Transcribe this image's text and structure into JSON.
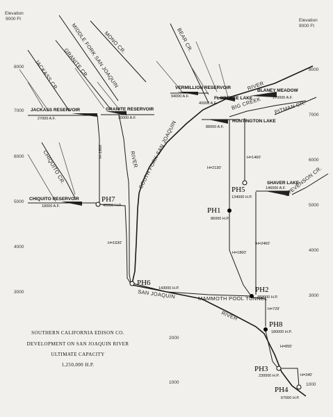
{
  "elevation_scale": {
    "left_header": [
      "Elevation",
      "9000 Ft"
    ],
    "right_header": [
      "Elevation",
      "9000 Ft"
    ],
    "left_ticks": [
      "8000",
      "7000",
      "6000",
      "5000",
      "4000",
      "3000"
    ],
    "right_ticks": [
      "8000",
      "7000",
      "6000",
      "5000",
      "4000",
      "3000"
    ],
    "center_ticks": [
      "2000",
      "1000"
    ],
    "right_bottom_tick": "1000"
  },
  "streams": {
    "middle_fork": "MIDDLE FORK SAN JOAQUIN",
    "mono_cr": "MONO CR.",
    "bear_cr": "BEAR CR.",
    "jackass_cr": "JACKASS CR.",
    "granite_cr": "GRANITE CR.",
    "chiquito_cr": "CHIQUITO CR.",
    "river": "RIVER",
    "south_fork": "SOUTH FORK SAN JOAQUIN",
    "big_creek": "BIG CREEK",
    "pitman_cr": "PITMAN CR.",
    "river_ne": "RIVER",
    "stevenson_cr": "STEVENSON CR.",
    "san_joaquin": "SAN JOAQUIN",
    "river_lower": "RIVER",
    "mammoth_pool": "MAMMOTH POOL TUNNEL"
  },
  "reservoirs": {
    "jackass": {
      "name": "JACKASS RESERVOIR",
      "capacity": "27000 A.F."
    },
    "granite": {
      "name": "GRANITE RESERVOIR",
      "capacity": "20000 A.F."
    },
    "vermillion": {
      "name": "VERMILLION RESERVOIR",
      "capacity": "94000 A.F."
    },
    "florence": {
      "name": "FLORENCE LAKE",
      "capacity": "40000 A.F."
    },
    "blaney": {
      "name": "BLANEY MEADOW",
      "capacity": "170000 A.F."
    },
    "huntington": {
      "name": "HUNTINGTON LAKE",
      "capacity": "88000 A.F."
    },
    "shaver": {
      "name": "SHAVER LAKE",
      "capacity": "146000 A.F."
    },
    "chiquito": {
      "name": "CHIQUITO RESERVOIR",
      "capacity": "18000 A.F."
    }
  },
  "powerhouses": {
    "ph1": {
      "name": "PH1",
      "hp": "86000 H.P."
    },
    "ph2": {
      "name": "PH2",
      "hp": "382000 H.P."
    },
    "ph3": {
      "name": "PH3",
      "hp": "230000 H.P."
    },
    "ph4": {
      "name": "PH4",
      "hp": "67000 H.P."
    },
    "ph5": {
      "name": "PH5",
      "hp": "134000 H.P."
    },
    "ph6": {
      "name": "PH6",
      "hp": "143000 H.P."
    },
    "ph7": {
      "name": "PH7",
      "hp": "40000 H.P."
    },
    "ph8": {
      "name": "PH8",
      "hp": "180000 H.P."
    }
  },
  "heads": {
    "h1800": "H=1800'",
    "h2130": "H=2130'",
    "h1460": "H=1460'",
    "h1630": "H=1630'",
    "h1860": "H=1860'",
    "h2460": "H=2460'",
    "h729": "H=729'",
    "h855": "H=855'",
    "h340": "H=340'"
  },
  "title": {
    "line1": "SOUTHERN CALIFORNIA EDISON CO.",
    "line2": "DEVELOPMENT ON SAN JOAQUIN RIVER",
    "line3": "ULTIMATE CAPACITY",
    "line4": "1,250,000 H.P."
  },
  "colors": {
    "ink": "#1a1a1a",
    "paper": "#f1f0ec"
  }
}
